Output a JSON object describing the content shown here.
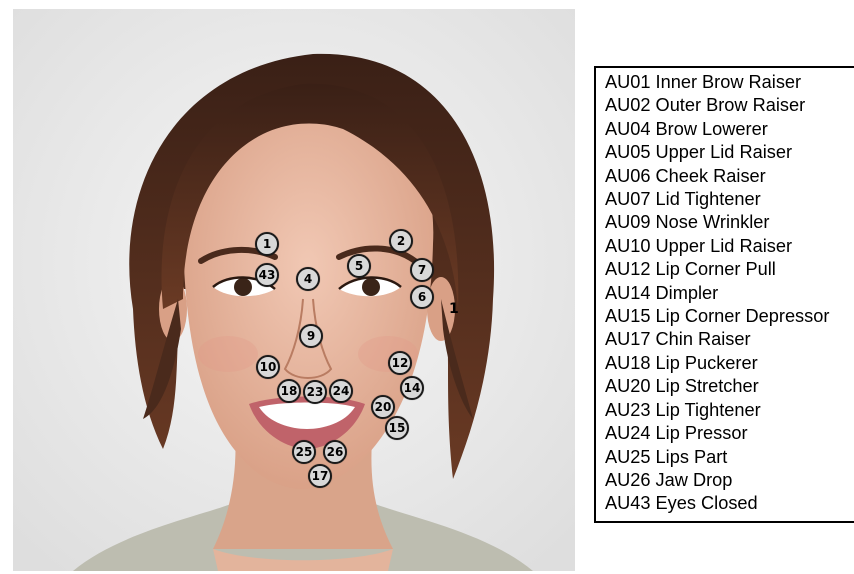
{
  "photo": {
    "colors": {
      "background": "#ebebeb",
      "hair": "#4a2a1c",
      "skin": "#e9b9a2",
      "shirt": "#bdbdb0",
      "lips": "#c0636a",
      "marker_fill": "#d8d8d8",
      "marker_border": "#1a1a1a"
    }
  },
  "markers": [
    "1",
    "2",
    "43",
    "4",
    "5",
    "7",
    "6",
    "9",
    "10",
    "12",
    "18",
    "23",
    "24",
    "14",
    "20",
    "15",
    "25",
    "26",
    "17"
  ],
  "stray_glyph": "1",
  "legend": {
    "items": [
      "AU01 Inner Brow Raiser",
      "AU02 Outer Brow Raiser",
      "AU04 Brow Lowerer",
      "AU05 Upper Lid Raiser",
      "AU06 Cheek Raiser",
      "AU07 Lid Tightener",
      "AU09 Nose Wrinkler",
      "AU10 Upper Lid Raiser",
      "AU12 Lip Corner Pull",
      "AU14 Dimpler",
      "AU15 Lip Corner Depressor",
      "AU17 Chin Raiser",
      "AU18 Lip Puckerer",
      "AU20 Lip Stretcher",
      "AU23 Lip Tightener",
      "AU24 Lip Pressor",
      "AU25 Lips Part",
      "AU26 Jaw Drop",
      "AU43 Eyes Closed"
    ]
  }
}
